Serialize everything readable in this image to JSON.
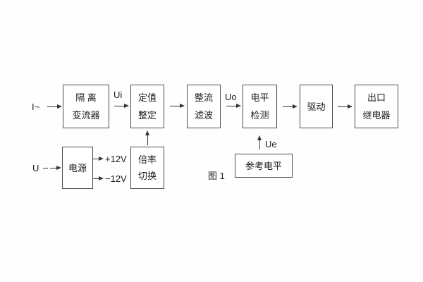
{
  "figure": {
    "caption": "图 1",
    "line_color": "#353535",
    "border_color": "#4a4a4a",
    "background": "#fefefe"
  },
  "inputs": {
    "current_label": "I~",
    "voltage_label": "U"
  },
  "signals": {
    "ui": "Ui",
    "uo": "Uo",
    "ue": "Ue",
    "plus12v": "+12V",
    "minus12v": "−12V"
  },
  "blocks": {
    "isolation": {
      "line1": "隔 离",
      "line2": "变流器"
    },
    "setpoint": {
      "line1": "定值",
      "line2": "整定"
    },
    "rectifier": {
      "line1": "整流",
      "line2": "滤波"
    },
    "level_detect": {
      "line1": "电平",
      "line2": "检测"
    },
    "drive": {
      "label": "驱动"
    },
    "output_relay": {
      "line1": "出口",
      "line2": "继电器"
    },
    "power": {
      "label": "电源"
    },
    "multiplier": {
      "line1": "倍率",
      "line2": "切换"
    },
    "reference": {
      "label": "参考电平"
    }
  }
}
